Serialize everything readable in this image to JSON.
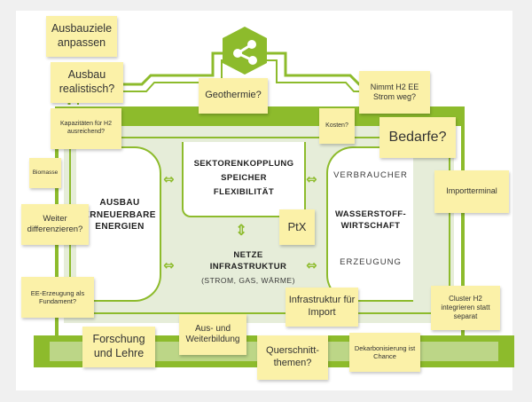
{
  "diagram": {
    "colors": {
      "green": "#8dbb2c",
      "light_green": "#e6edd9",
      "sticky_note": "#fbf1a8",
      "text_dark": "#1f1f1f"
    },
    "roof_icon": "hydrogen-molecule-hexagon-icon",
    "boxes": {
      "sektor": "SEKTORENKOPPLUNG\nSPEICHER\nFLEXIBILITÄT",
      "netze": "NETZE\nINFRASTRUKTUR",
      "netze_sub": "(STROM, GAS, WÄRME)",
      "ausbau": "AUSBAU\nERNEUERBARE\nENERGIEN",
      "verbraucher": "VERBRAUCHER",
      "wasserstoff": "WASSERSTOFF-\nWIRTSCHAFT",
      "erzeugung": "ERZEUGUNG"
    }
  },
  "notes": {
    "ausbauziele": "Ausbauziele anpassen",
    "ausbau_realistisch": "Ausbau realistisch?",
    "kapazitaeten": "Kapazitäten für H2 ausreichend?",
    "biomasse": "Biomasse",
    "weiter_diff": "Weiter differenzieren?",
    "ee_erzeugung": "EE-Erzeugung als Fundament?",
    "forschung": "Forschung und Lehre",
    "aus_weiterbildung": "Aus- und Weiterbildung",
    "geothermie": "Geothermie?",
    "kosten": "Kosten?",
    "nimmt_h2": "Nimmt H2 EE Strom weg?",
    "bedarfe": "Bedarfe?",
    "importterminal": "Importterminal",
    "ptx": "PtX",
    "infrastruktur_import": "Infrastruktur für Import",
    "cluster_h2": "Cluster H2 integrieren statt separat",
    "querschnitt": "Querschnitt-themen?",
    "dekarbonisierung": "Dekarbonisierung ist Chance"
  }
}
